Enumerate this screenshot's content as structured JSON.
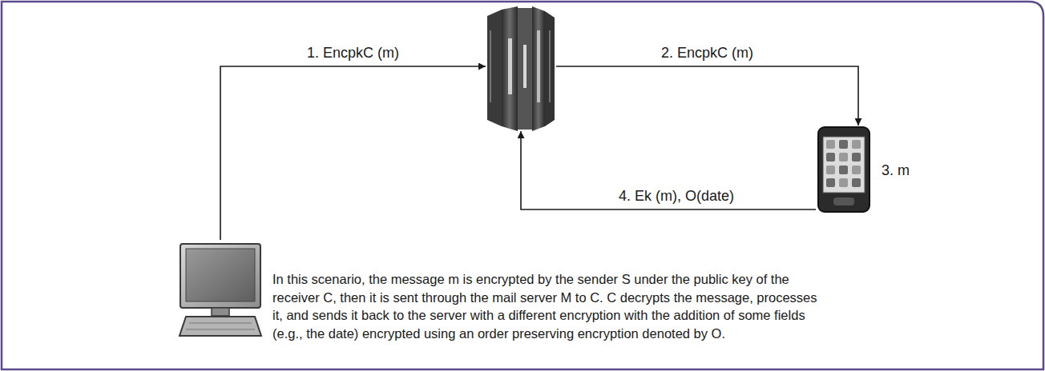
{
  "diagram": {
    "caption": "In this scenario, the message m is encrypted by the sender S under the public key of the receiver C, then it is sent through the mail server M to C. C decrypts the message, processes it, and sends it back to the server with a different encryption with the addition of some fields (e.g., the date) encrypted using an order preserving encryption denoted by O.",
    "nodes": [
      {
        "text": []
      },
      {
        "text": []
      },
      {
        "text": [
          "3. m"
        ]
      }
    ],
    "edges": [
      {
        "from": 0,
        "to": 1,
        "arrow": "to",
        "label": "1. EncpkC (m)"
      },
      {
        "from": 1,
        "to": 2,
        "arrow": "to",
        "label": "2. EncpkC (m)"
      },
      {
        "from": 2,
        "to": 1,
        "arrow": "to",
        "label": "4. Ek (m), O(date)"
      }
    ]
  }
}
